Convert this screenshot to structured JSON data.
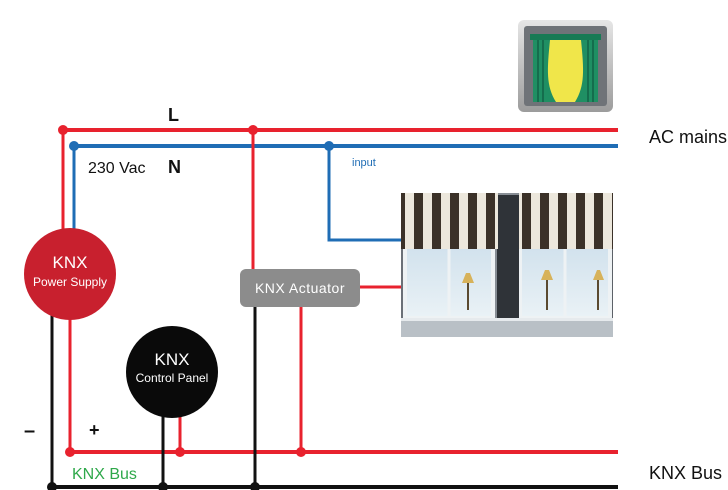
{
  "labels": {
    "live": "L",
    "neutral": "N",
    "voltage": "230 Vac",
    "input": "input",
    "ac_mains": "AC mains",
    "knx_bus_right": "KNX Bus",
    "knx_bus_left": "KNX Bus",
    "minus": "–",
    "plus": "+"
  },
  "power_supply": {
    "line1": "KNX",
    "line2": "Power Supply"
  },
  "control_panel": {
    "line1": "KNX",
    "line2": "Control Panel"
  },
  "actuator": {
    "label": "KNX Actuator"
  },
  "colors": {
    "live_wire": "#e8222e",
    "neutral_wire": "#1f6db5",
    "bus_black": "#111111",
    "power_supply_fill": "#c8202e",
    "control_panel_fill": "#0a0a0a",
    "actuator_fill": "#8c8c8c",
    "bus_label_green": "#2ea84a"
  }
}
